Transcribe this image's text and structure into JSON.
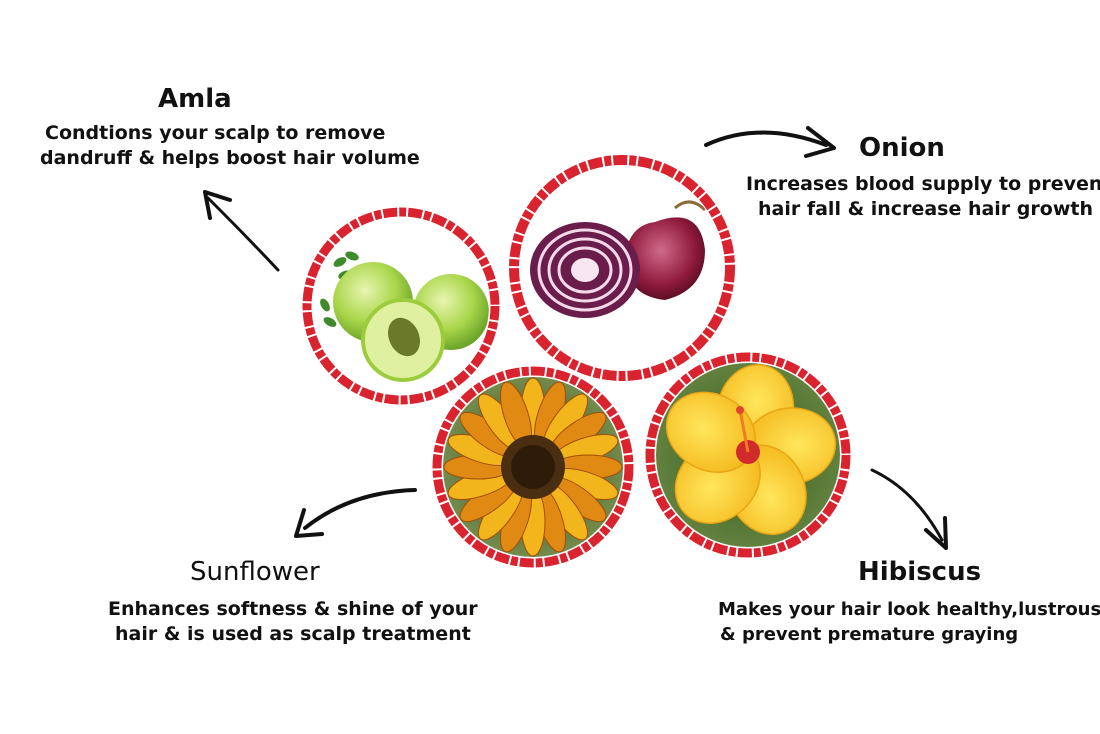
{
  "items": [
    {
      "name": "Amla",
      "desc_line1": "Condtions your scalp to remove",
      "desc_line2": "dandruff & helps boost hair volume",
      "icon": "amla-fruit-icon"
    },
    {
      "name": "Onion",
      "desc_line1": "Increases blood supply to prevent",
      "desc_line2": "hair fall & increase hair growth",
      "icon": "red-onion-icon"
    },
    {
      "name": "Sunflower",
      "desc_line1": "Enhances softness & shine of your",
      "desc_line2": "hair & is used as scalp treatment",
      "icon": "sunflower-icon"
    },
    {
      "name": "Hibiscus",
      "desc_line1": "Makes your hair look healthy,lustrous",
      "desc_line2": "& prevent premature graying",
      "icon": "hibiscus-flower-icon"
    }
  ],
  "colors": {
    "ring": "#d9232f",
    "text": "#111111",
    "arrow": "#111111"
  }
}
